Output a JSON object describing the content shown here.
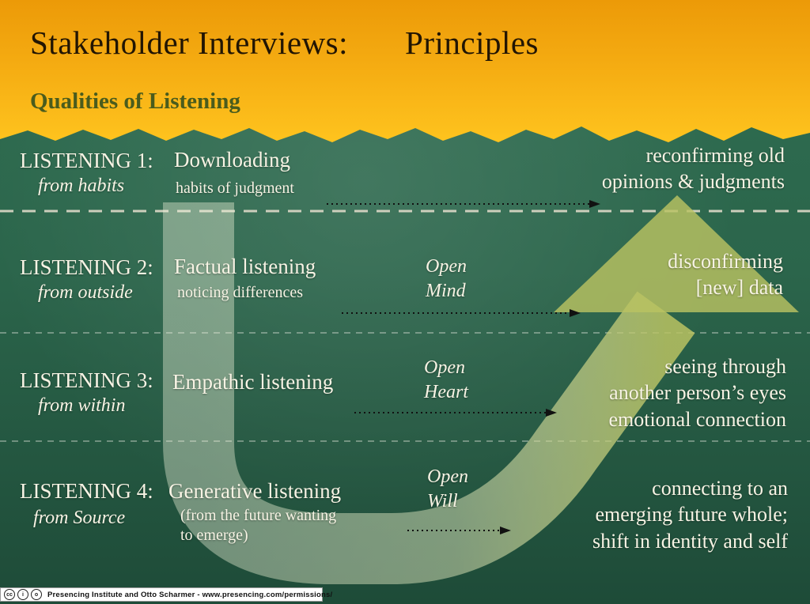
{
  "slide": {
    "title_left": "Stakeholder Interviews:",
    "title_right": "Principles",
    "subtitle": "Qualities of Listening"
  },
  "rows": [
    {
      "level": "LISTENING 1:",
      "origin": "from habits",
      "label": "Downloading",
      "sublabel": "habits of judgment",
      "open": "",
      "outcome": "reconfirming old\nopinions & judgments"
    },
    {
      "level": "LISTENING 2:",
      "origin": "from outside",
      "label": "Factual listening",
      "sublabel": "noticing differences",
      "open": "Open\nMind",
      "outcome": "disconfirming\n[new] data"
    },
    {
      "level": "LISTENING 3:",
      "origin": "from within",
      "label": "Empathic listening",
      "sublabel": "",
      "open": "Open\nHeart",
      "outcome": "seeing through\nanother person’s eyes\nemotional connection"
    },
    {
      "level": "LISTENING 4:",
      "origin": "from Source",
      "label": "Generative listening",
      "sublabel": "(from the future wanting\nto emerge)",
      "open": "Open\nWill",
      "outcome": "connecting to an\nemerging future whole;\nshift in identity and self"
    }
  ],
  "footer": {
    "cc_icons": [
      "cc",
      "i",
      "o"
    ],
    "license_text": "Presencing Institute and Otto Scharmer - www.presencing.com/permissions/"
  },
  "colors": {
    "orange_top": "#ec9a08",
    "orange_bottom": "#ffc51f",
    "green_bg": "#2b654b",
    "subtitle_green": "#4a5c1d",
    "text_light": "#f7f3e4",
    "u_arrow_olive": "#b9c262"
  }
}
